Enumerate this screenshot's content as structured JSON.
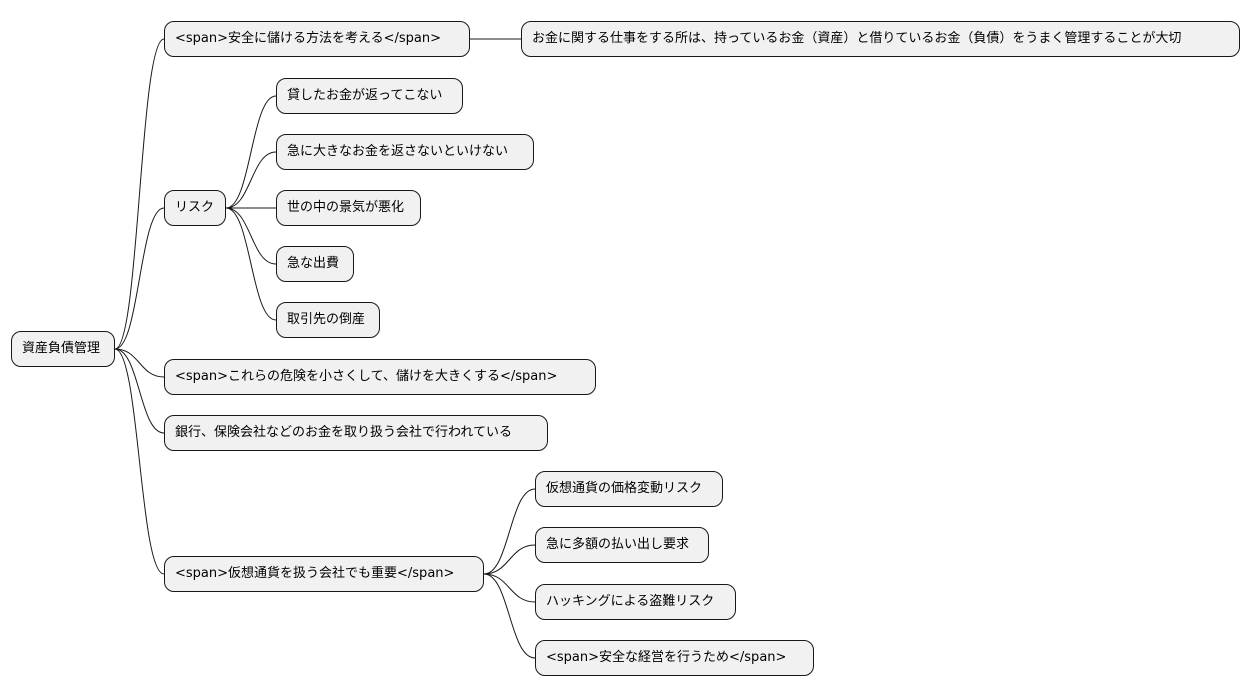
{
  "mindmap": {
    "root": {
      "label": "資産負債管理",
      "children": [
        {
          "label": "<span>安全に儲ける方法を考える</span>",
          "children": [
            {
              "label": "お金に関する仕事をする所は、持っているお金（資産）と借りているお金（負債）をうまく管理することが大切"
            }
          ]
        },
        {
          "label": "リスク",
          "children": [
            {
              "label": "貸したお金が返ってこない"
            },
            {
              "label": "急に大きなお金を返さないといけない"
            },
            {
              "label": "世の中の景気が悪化"
            },
            {
              "label": "急な出費"
            },
            {
              "label": "取引先の倒産"
            }
          ]
        },
        {
          "label": "<span>これらの危険を小さくして、儲けを大きくする</span>"
        },
        {
          "label": "銀行、保険会社などのお金を取り扱う会社で行われている"
        },
        {
          "label": "<span>仮想通貨を扱う会社でも重要</span>",
          "children": [
            {
              "label": "仮想通貨の価格変動リスク"
            },
            {
              "label": "急に多額の払い出し要求"
            },
            {
              "label": "ハッキングによる盗難リスク"
            },
            {
              "label": "<span>安全な経営を行うため</span>"
            }
          ]
        }
      ]
    }
  }
}
